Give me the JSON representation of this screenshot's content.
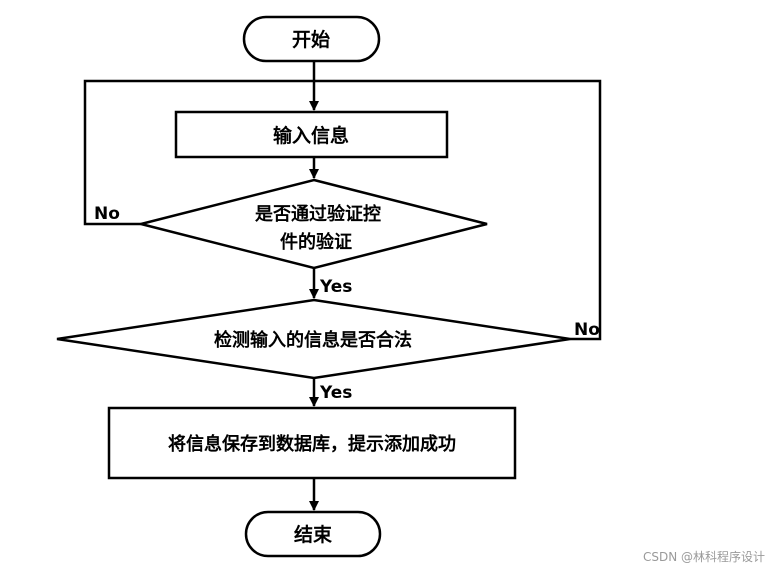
{
  "flowchart": {
    "nodes": {
      "start": "开始",
      "input": "输入信息",
      "check_control_line1": "是否通过验证控",
      "check_control_line2": "件的验证",
      "check_legal": "检测输入的信息是否合法",
      "save": "将信息保存到数据库，提示添加成功",
      "end": "结束"
    },
    "edges": {
      "control_yes": "Yes",
      "control_no": "No",
      "legal_yes": "Yes",
      "legal_no": "No"
    }
  },
  "watermark": "CSDN @林科程序设计"
}
